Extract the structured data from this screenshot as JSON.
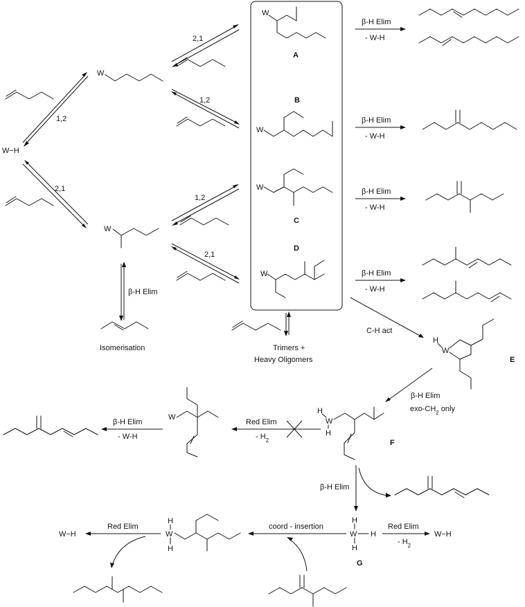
{
  "atoms": {
    "w": "W",
    "h": "H",
    "wh": "W−H"
  },
  "arrow_labels": {
    "beta_h_elim": "β-H Elim",
    "minus_wh": "- W-H",
    "r21": "2,1",
    "r12": "1,2",
    "ch_act": "C-H act",
    "exo_ch2_only": "exo-CH",
    "exo_sub": "2",
    "exo_tail": " only",
    "red_elim": "Red Elim",
    "minus_h2": "- H",
    "h2_sub": "2",
    "coord_insertion": "coord - insertion"
  },
  "compound_labels": [
    "A",
    "B",
    "C",
    "D",
    "E",
    "F",
    "G"
  ],
  "captions": {
    "isomerisation": "Isomerisation",
    "trimers_line1": "Trimers +",
    "trimers_line2": "Heavy Oligomers"
  }
}
